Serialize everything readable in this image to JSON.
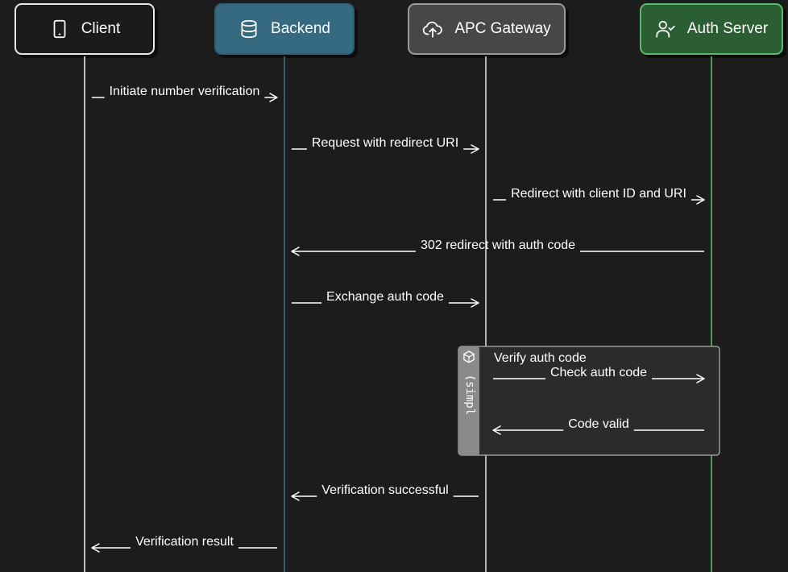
{
  "participants": [
    {
      "id": "client",
      "label": "Client",
      "icon": "phone-icon"
    },
    {
      "id": "backend",
      "label": "Backend",
      "icon": "database-icon"
    },
    {
      "id": "gateway",
      "label": "APC Gateway",
      "icon": "cloud-upload-icon"
    },
    {
      "id": "auth",
      "label": "Auth Server",
      "icon": "user-check-icon"
    }
  ],
  "messages": [
    {
      "from": "client",
      "to": "backend",
      "label": "Initiate number verification"
    },
    {
      "from": "backend",
      "to": "gateway",
      "label": "Request with redirect URI"
    },
    {
      "from": "gateway",
      "to": "auth",
      "label": "Redirect with client ID and URI"
    },
    {
      "from": "auth",
      "to": "backend",
      "label": "302 redirect with auth code"
    },
    {
      "from": "backend",
      "to": "gateway",
      "label": "Exchange auth code"
    },
    {
      "from": "gateway",
      "to": "auth",
      "label": "Check auth code"
    },
    {
      "from": "auth",
      "to": "gateway",
      "label": "Code valid"
    },
    {
      "from": "gateway",
      "to": "backend",
      "label": "Verification successful"
    },
    {
      "from": "backend",
      "to": "client",
      "label": "Verification result"
    }
  ],
  "group": {
    "title": "Verify auth code",
    "tab_label": "(simpl",
    "tab_icon": "hexagon-icon"
  },
  "colors": {
    "background": "#1c1c1c",
    "client": "#1b1b1b",
    "backend": "#356a80",
    "gateway": "#474747",
    "auth": "#2c5e34",
    "auth_border": "#5cb86a",
    "lifeline_backend": "#3f6f77",
    "lifeline_auth": "#5cb86a"
  }
}
